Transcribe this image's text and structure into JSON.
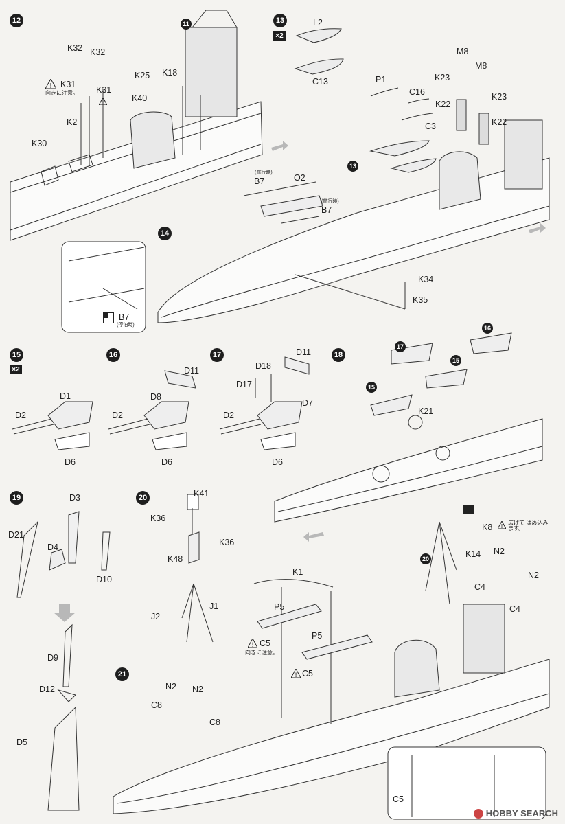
{
  "steps": {
    "s12": "12",
    "s13": "13",
    "s14": "14",
    "s15": "15",
    "s16": "16",
    "s17": "17",
    "s18": "18",
    "s19": "19",
    "s20": "20",
    "s21": "21",
    "s11ref": "11",
    "s13ref": "13",
    "s15ref_a": "15",
    "s15ref_b": "15",
    "s16ref": "16",
    "s17ref": "17",
    "s20ref": "20"
  },
  "multipliers": {
    "x2": "×2"
  },
  "parts": {
    "K32a": "K32",
    "K32b": "K32",
    "K31a": "K31",
    "K31b": "K31",
    "K25": "K25",
    "K40": "K40",
    "K18": "K18",
    "K2": "K2",
    "K30": "K30",
    "L2": "L2",
    "C13": "C13",
    "P1": "P1",
    "C16": "C16",
    "C3": "C3",
    "M8a": "M8",
    "M8b": "M8",
    "K23a": "K23",
    "K23b": "K23",
    "K22a": "K22",
    "K22b": "K22",
    "B7a": "B7",
    "O2": "O2",
    "B7b": "B7",
    "B7c": "B7",
    "K34": "K34",
    "K35": "K35",
    "D1": "D1",
    "D2a": "D2",
    "D6a": "D6",
    "D11a": "D11",
    "D8": "D8",
    "D2b": "D2",
    "D6b": "D6",
    "D18": "D18",
    "D11b": "D11",
    "D17": "D17",
    "D7": "D7",
    "D2c": "D2",
    "D6c": "D6",
    "K21": "K21",
    "D3": "D3",
    "D21": "D21",
    "D4": "D4",
    "D10": "D10",
    "D9": "D9",
    "D12": "D12",
    "D5": "D5",
    "K41": "K41",
    "K36a": "K36",
    "K36b": "K36",
    "K48": "K48",
    "J1": "J1",
    "J2": "J2",
    "K8": "K8",
    "K14": "K14",
    "N2a": "N2",
    "N2b": "N2",
    "C4a": "C4",
    "C4b": "C4",
    "K1": "K1",
    "P5a": "P5",
    "P5b": "P5",
    "C5a": "C5",
    "C5b": "C5",
    "C5c": "C5",
    "N2c": "N2",
    "N2d": "N2",
    "C8a": "C8",
    "C8b": "C8"
  },
  "notes": {
    "k31_note": "向きに注意。",
    "b7_underway": "(航行時)",
    "b7_underway2": "(航行時)",
    "b7_anchored": "(停泊時)",
    "k8_note": "広げて はめ込みます。",
    "c5_note": "向きに注意。"
  },
  "watermark": {
    "text": "HOBBY SEARCH"
  },
  "colors": {
    "ink": "#222222",
    "paper": "#f4f3f0",
    "step_bg": "#1e1e1e",
    "arrow_gray": "#b8b8b8"
  }
}
